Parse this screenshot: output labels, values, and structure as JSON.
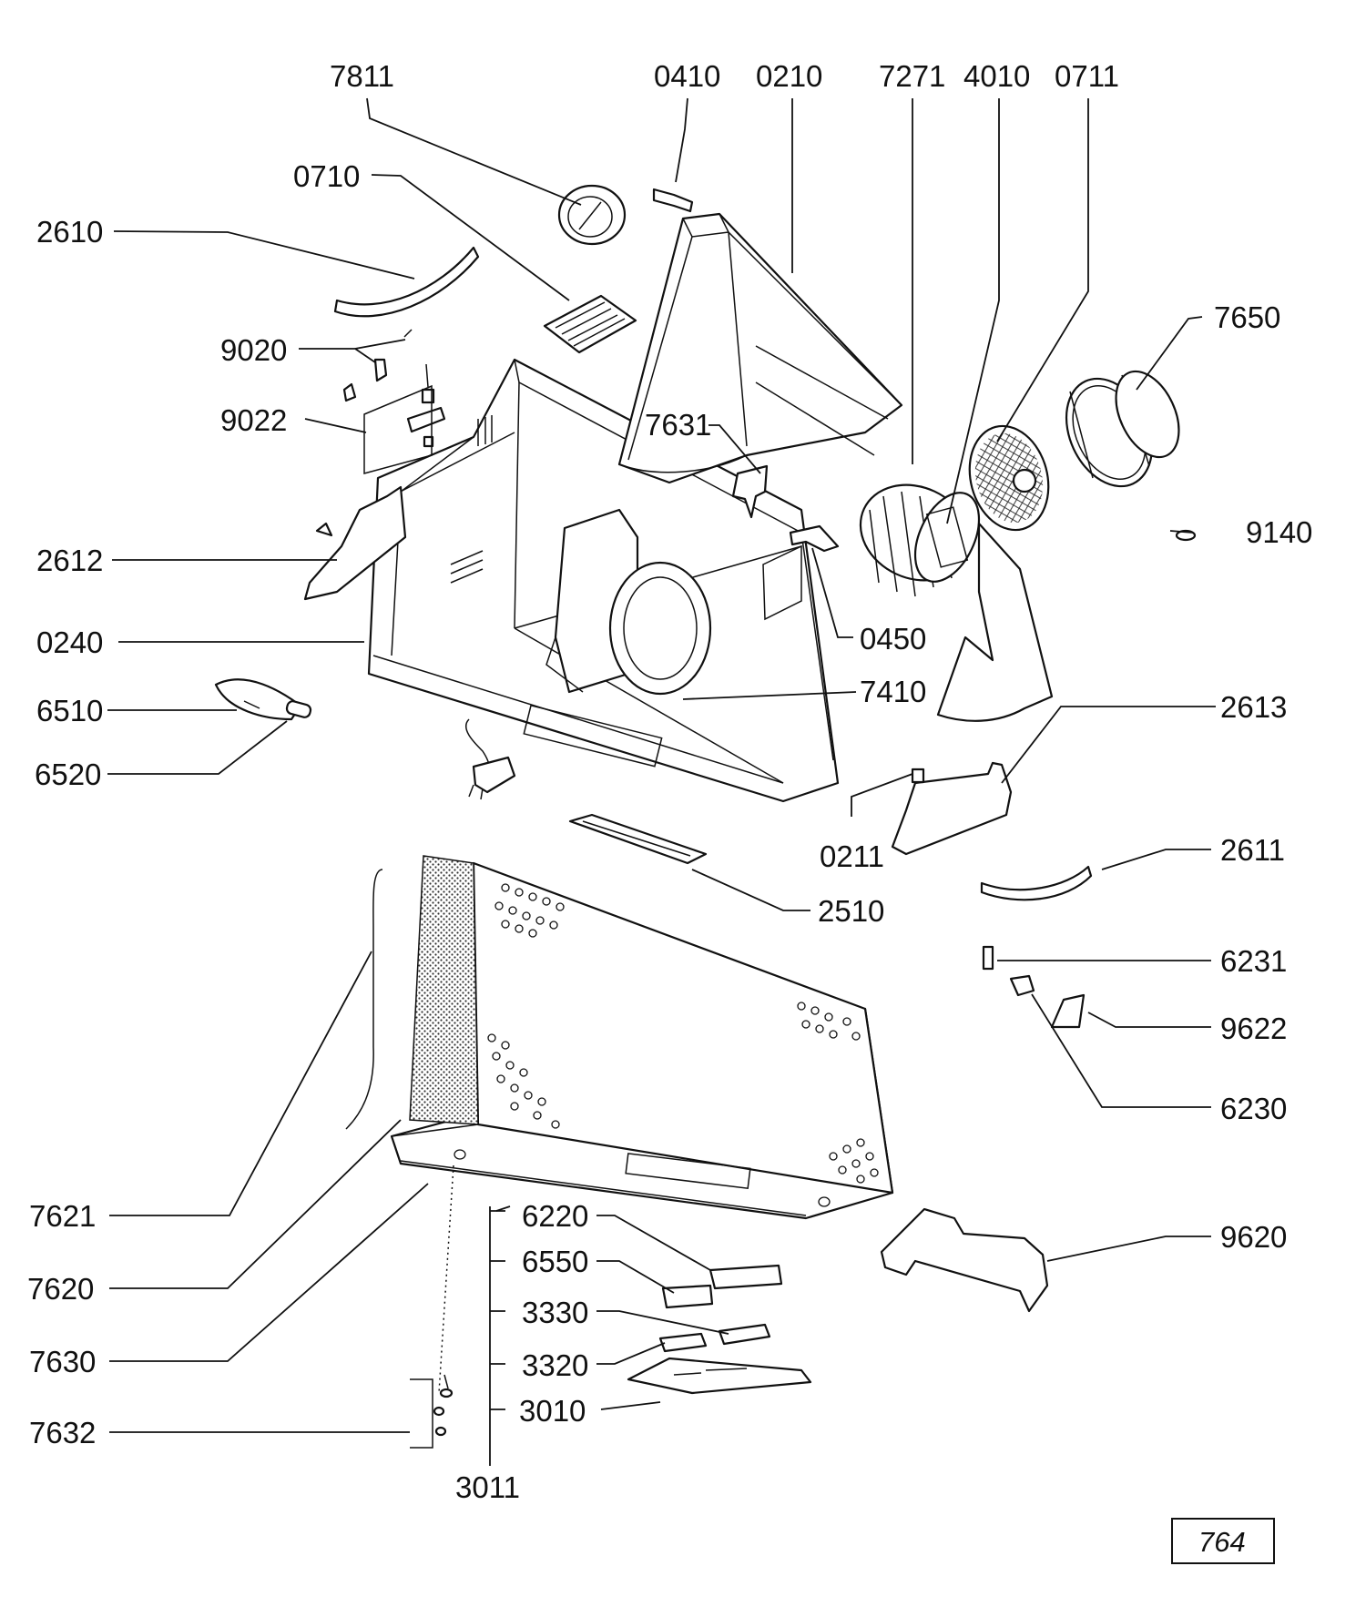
{
  "labels": {
    "l7811": "7811",
    "l0410": "0410",
    "l0210": "0210",
    "l7271": "7271",
    "l4010": "4010",
    "l0711": "0711",
    "l0710": "0710",
    "l2610": "2610",
    "l7650": "7650",
    "l9020": "9020",
    "l9022": "9022",
    "l7631": "7631",
    "l9140": "9140",
    "l2612": "2612",
    "l0450": "0450",
    "l0240": "0240",
    "l7410": "7410",
    "l6510": "6510",
    "l2613": "2613",
    "l6520": "6520",
    "l0211": "0211",
    "l2611": "2611",
    "l2510": "2510",
    "l6231": "6231",
    "l9622": "9622",
    "l6230": "6230",
    "l7621": "7621",
    "l6220": "6220",
    "l9620": "9620",
    "l6550": "6550",
    "l7620": "7620",
    "l3330": "3330",
    "l7630": "7630",
    "l3320": "3320",
    "l3010": "3010",
    "l7632": "7632",
    "l3011": "3011"
  },
  "reference": "764"
}
